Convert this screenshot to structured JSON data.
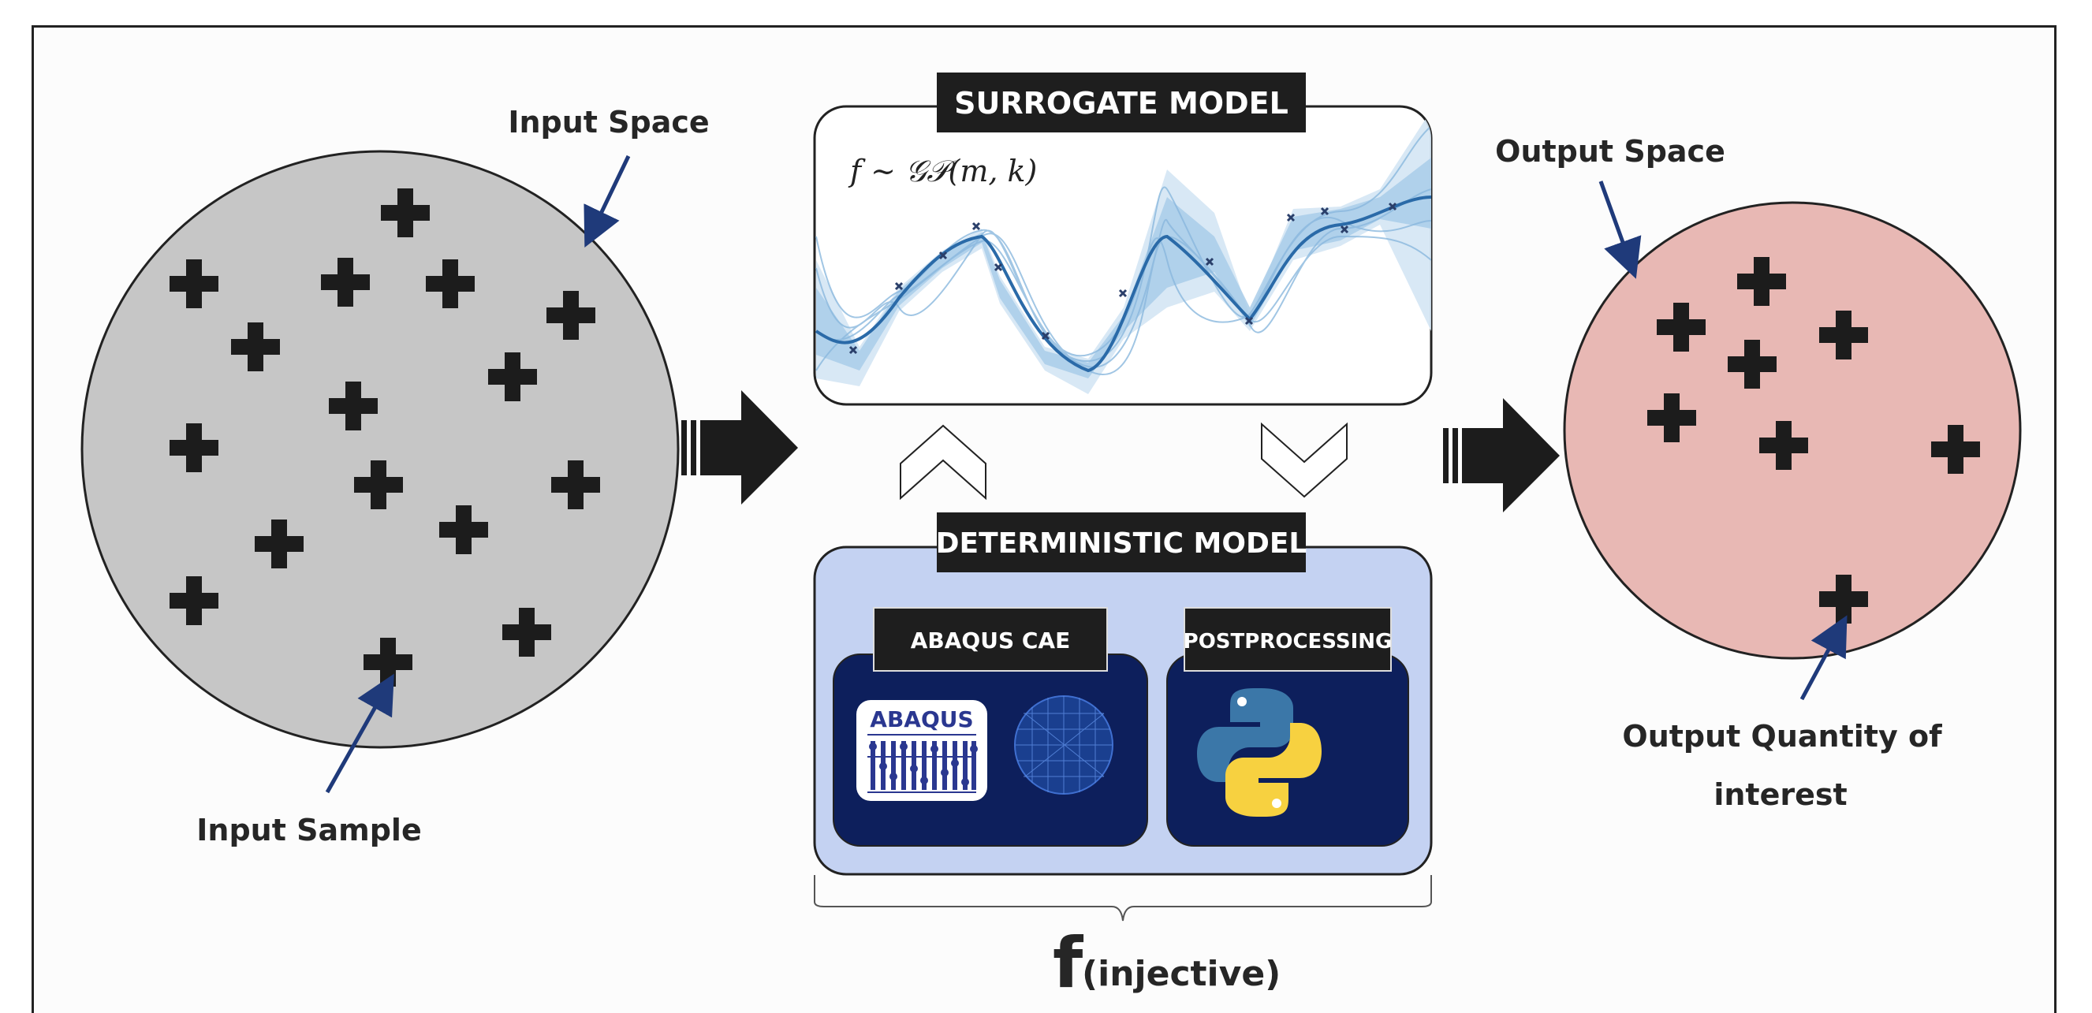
{
  "labels": {
    "input_space": "Input Space",
    "input_sample": "Input Sample",
    "output_space": "Output Space",
    "output_qoi_line1": "Output Quantity of",
    "output_qoi_line2": "interest",
    "surrogate_title": "SURROGATE MODEL",
    "surrogate_formula": "f ∼ 𝒢𝒫(m, k)",
    "deterministic_title": "DETERMINISTIC MODEL",
    "abaqus_title": "ABAQUS CAE",
    "postprocessing_title": "POSTPROCESSING",
    "abaqus_logo_text": "ABAQUS",
    "function_symbol": "f",
    "function_note": "(injective)"
  },
  "icons": {
    "sample_marker": "plus-icon",
    "flow_arrow": "block-arrow-right-icon",
    "up_chevron": "chevron-up-icon",
    "down_chevron": "chevron-down-icon",
    "abaqus_logo": "abaqus-logo",
    "mesh_image": "mesh-disc-icon",
    "python_logo": "python-logo-icon",
    "brace": "curly-brace-icon"
  },
  "colors": {
    "input_circle": "#c6c6c6",
    "output_circle": "#e8b8b4",
    "deterministic_box": "#c4d2f2",
    "inner_panel": "#0d1f5c",
    "title_box": "#1e1e1e",
    "annotation_arrow": "#1f3a7a",
    "gp_band": "#9fc6e6",
    "gp_mean": "#2a6aa8"
  }
}
